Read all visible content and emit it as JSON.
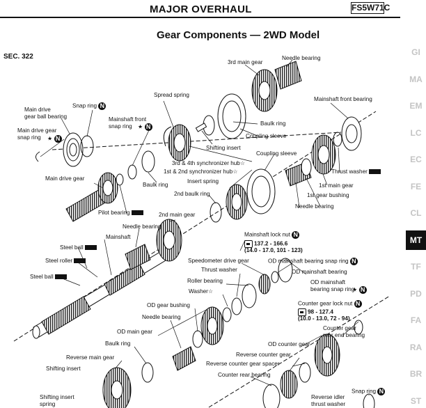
{
  "header": {
    "title": "MAJOR OVERHAUL",
    "code": "FS5W71C"
  },
  "page_title": "Gear Components — 2WD Model",
  "section": "SEC. 322",
  "side_index": {
    "tabs": [
      "GI",
      "MA",
      "EM",
      "LC",
      "EC",
      "FE",
      "CL",
      "MT",
      "TF",
      "PD",
      "FA",
      "RA",
      "BR",
      "ST"
    ],
    "active": "MT"
  },
  "labels": {
    "third_main_gear": "3rd main gear",
    "needle_bearing_top": "Needle bearing",
    "spread_spring": "Spread spring",
    "snap_ring_top": "Snap ring",
    "main_drive_gear_ball_bearing": "Main drive\ngear ball bearing",
    "main_drive_gear_snap_ring": "Main drive gear\nsnap ring",
    "mainshaft_front_snap_ring": "Mainshaft front\nsnap ring",
    "mainshaft_front_bearing": "Mainshaft front bearing",
    "baulk_ring_top": "Baulk ring",
    "coupling_sleeve_top": "Coupling sleeve",
    "shifting_insert_top": "Shifting insert",
    "coupling_sleeve_mid": "Coupling sleeve",
    "hub_34": "3rd & 4th synchronizer hub",
    "hub_12": "1st & 2nd synchronizer hub",
    "insert_spring": "Insert spring",
    "main_drive_gear": "Main drive gear",
    "baulk_ring_left": "Baulk ring",
    "thrust_washer_right": "Thrust washer",
    "first_main_gear": "1st main gear",
    "first_gear_bushing": "1st gear bushing",
    "second_baulk_ring": "2nd baulk ring",
    "needle_bearing_mid": "Needle bearing",
    "pilot_bearing": "Pilot bearing",
    "second_main_gear": "2nd main gear",
    "needle_bearing_left": "Needle bearing",
    "mainshaft_lock_nut": "Mainshaft lock nut",
    "lock_nut_torque_1": "137.2 - 166.6",
    "lock_nut_torque_2": "(14.0 - 17.0, 101 - 123)",
    "steel_ball_1": "Steel ball",
    "mainshaft": "Mainshaft",
    "steel_roller": "Steel roller",
    "steel_ball_2": "Steel ball",
    "speedometer_drive_gear": "Speedometer drive gear",
    "od_mainshaft_bearing_snap_ring": "OD mainshaft bearing snap ring",
    "thrust_washer_mid": "Thrust washer",
    "od_mainshaft_bearing": "OD mainshaft bearing",
    "roller_bearing": "Roller bearing",
    "od_mainshaft_bearing_snap_ring_2": "OD mainshaft\nbearing snap ring",
    "washer": "Washer",
    "counter_gear_lock_nut": "Counter gear lock nut",
    "cg_torque_1": "98 - 127.4",
    "cg_torque_2": "(10.0 - 13.0, 72 - 94)",
    "od_gear_bushing": "OD gear bushing",
    "needle_bearing_low": "Needle bearing",
    "counter_gear_rear_end_bearing": "Counter gear\nrear end bearing",
    "od_main_gear": "OD main gear",
    "baulk_ring_low": "Baulk ring",
    "od_counter_gear": "OD counter gear",
    "reverse_main_gear": "Reverse main gear",
    "reverse_counter_gear": "Reverse counter gear",
    "reverse_counter_gear_spacer": "Reverse counter gear spacer",
    "shifting_insert_low": "Shifting insert",
    "counter_rear_bearing": "Counter rear bearing",
    "shifting_insert_spring": "Shifting insert\nspring",
    "snap_ring_low": "Snap ring",
    "reverse_idler_thrust_washer": "Reverse idler\nthrust washer"
  },
  "symbols": {
    "star": "★",
    "hollow_star": "☆",
    "n_mark": "N"
  }
}
